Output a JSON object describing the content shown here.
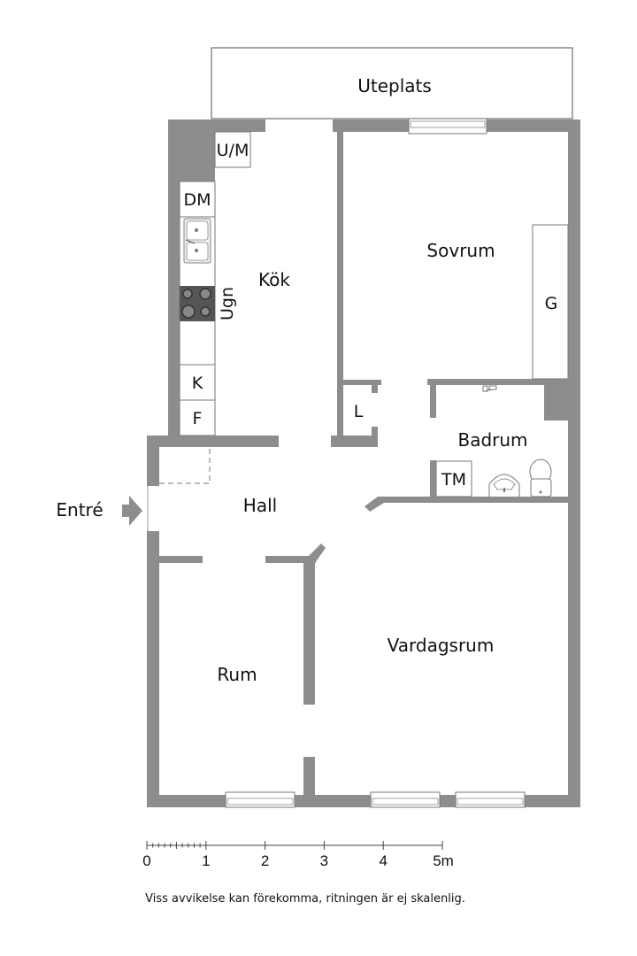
{
  "plan": {
    "rooms": {
      "uteplats": "Uteplats",
      "kok": "Kök",
      "sovrum": "Sovrum",
      "badrum": "Badrum",
      "hall": "Hall",
      "rum": "Rum",
      "vardagsrum": "Vardagsrum"
    },
    "fixtures": {
      "um": "U/M",
      "dm": "DM",
      "ugn": "Ugn",
      "k": "K",
      "f": "F",
      "g": "G",
      "l": "L",
      "tm": "TM"
    },
    "entrance": "Entré"
  },
  "scale_bar": {
    "ticks": [
      "0",
      "1",
      "2",
      "3",
      "4",
      "5m"
    ],
    "unit": "m",
    "max_m": 5
  },
  "disclaimer": "Viss avvikelse kan förekomma, ritningen är ej skalenlig."
}
